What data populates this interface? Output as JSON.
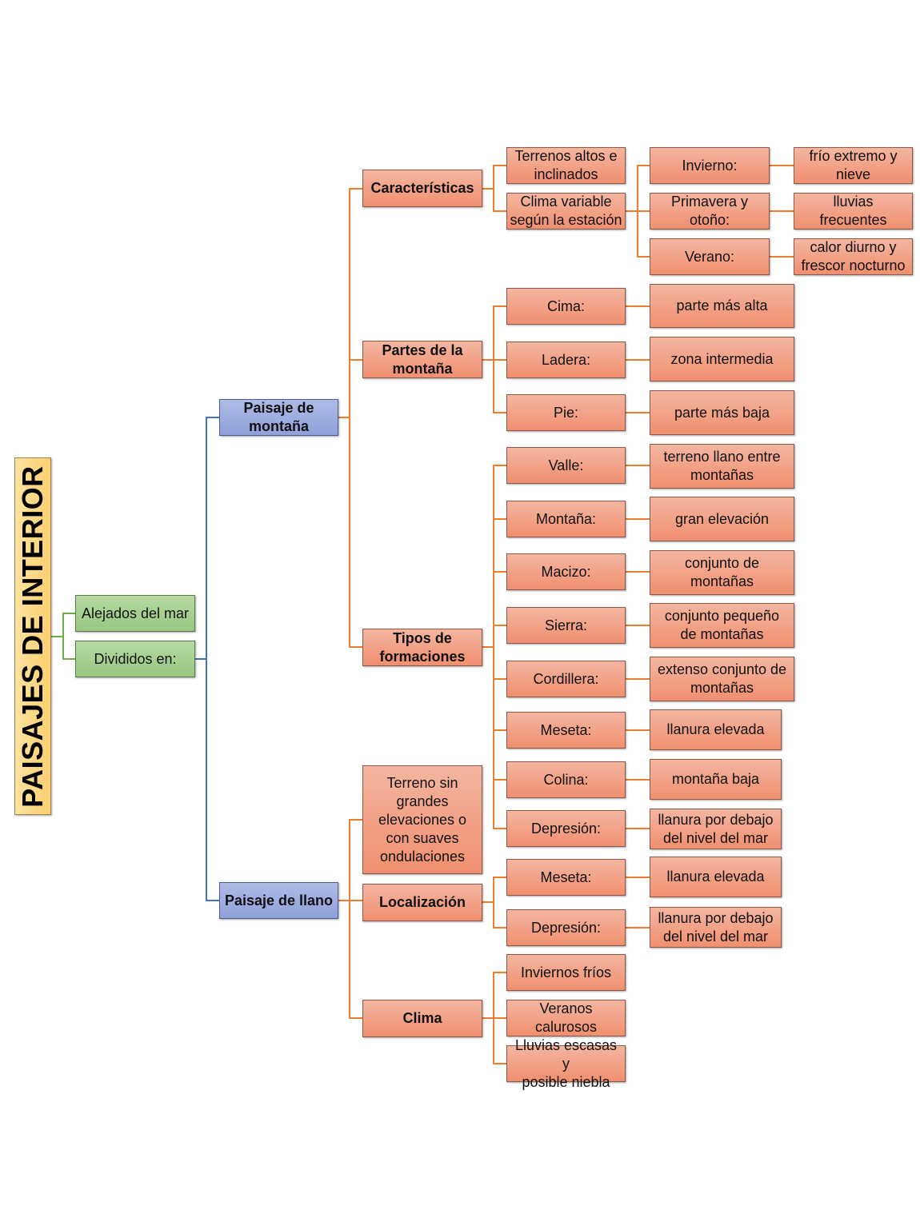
{
  "title": "PAISAJES DE INTERIOR",
  "intro": {
    "alejados": "Alejados del mar",
    "divididos": "Divididos en:"
  },
  "montana": {
    "label": "Paisaje de\nmontaña",
    "caracteristicas": {
      "label": "Características",
      "terrenos": "Terrenos altos e\ninclinados",
      "clima": "Clima variable\nsegún la estación",
      "invierno": "Invierno:",
      "invierno_desc": "frío extremo y\nnieve",
      "primavera": "Primavera y\notoño:",
      "primavera_desc": "lluvias\nfrecuentes",
      "verano": "Verano:",
      "verano_desc": "calor diurno y\nfrescor nocturno"
    },
    "partes": {
      "label": "Partes de la\nmontaña",
      "cima": "Cima:",
      "cima_desc": "parte más alta",
      "ladera": "Ladera:",
      "ladera_desc": "zona intermedia",
      "pie": "Pie:",
      "pie_desc": "parte más baja"
    },
    "tipos": {
      "label": "Tipos de\nformaciones",
      "valle": "Valle:",
      "valle_desc": "terreno llano entre\nmontañas",
      "montana": "Montaña:",
      "montana_desc": "gran elevación",
      "macizo": "Macizo:",
      "macizo_desc": "conjunto de\nmontañas",
      "sierra": "Sierra:",
      "sierra_desc": "conjunto pequeño\nde montañas",
      "cordillera": "Cordillera:",
      "cordillera_desc": "extenso conjunto de\nmontañas",
      "meseta": "Meseta:",
      "meseta_desc": "llanura elevada",
      "colina": "Colina:",
      "colina_desc": "montaña baja",
      "depresion": "Depresión:",
      "depresion_desc": "llanura por debajo\ndel nivel del mar"
    }
  },
  "llano": {
    "label": "Paisaje de llano",
    "terreno": "Terreno sin\ngrandes\nelevaciones o\ncon suaves\nondulaciones",
    "localizacion": {
      "label": "Localización",
      "meseta": "Meseta:",
      "meseta_desc": "llanura elevada",
      "depresion": "Depresión:",
      "depresion_desc": "llanura por debajo\ndel nivel del mar"
    },
    "clima": {
      "label": "Clima",
      "inviernos": "Inviernos fríos",
      "veranos": "Veranos\ncalurosos",
      "lluvias": "Lluvias escasas y\nposible niebla"
    }
  },
  "colors": {
    "orange_line": "#ed7d31",
    "blue_line": "#4472c4",
    "green_line": "#70ad47",
    "orange_fill": "#f4b6a0",
    "blue_fill": "#8fa1da",
    "green_fill": "#97c77f",
    "title_fill": "#fcd47a"
  }
}
